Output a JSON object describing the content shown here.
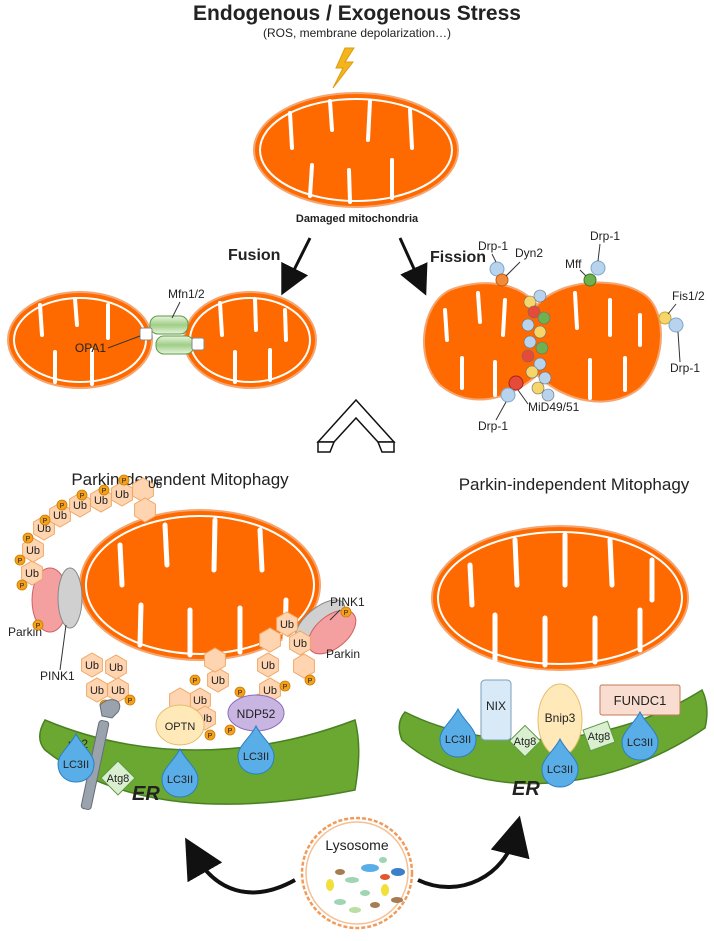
{
  "title": "Endogenous / Exogenous Stress",
  "subtitle": "(ROS, membrane depolarization…)",
  "top": {
    "label": "Damaged mitochondria"
  },
  "fusion": {
    "label": "Fusion",
    "mfn": "Mfn1/2",
    "opa": "OPA1"
  },
  "fission": {
    "label": "Fission",
    "drp_top_left": "Drp-1",
    "dyn2": "Dyn2",
    "drp_top_right": "Drp-1",
    "mff": "Mff",
    "fis": "Fis1/2",
    "drp_right": "Drp-1",
    "mid": "MiD49/51",
    "drp_bottom": "Drp-1"
  },
  "parkin_dep": {
    "title": "Parkin-dependent  Mitophagy",
    "ub": "Ub",
    "p": "P",
    "parkin": "Parkin",
    "pink": "PINK1",
    "p62": "p62",
    "optn": "OPTN",
    "ndp52": "NDP52",
    "lc3": "LC3II",
    "atg8": "Atg8",
    "er": "ER"
  },
  "parkin_indep": {
    "title": "Parkin-independent  Mitophagy",
    "nix": "NIX",
    "bnip3": "Bnip3",
    "fundc1": "FUNDC1",
    "lc3": "LC3II",
    "atg8": "Atg8",
    "er": "ER"
  },
  "lysosome": {
    "label": "Lysosome"
  },
  "colors": {
    "mito": "#ff6a00",
    "mito_outline": "#f4a570",
    "er": "#6aa832",
    "lc3": "#5aaee8",
    "ub": "#ffd4b0",
    "parkin": "#f4a0a0",
    "drp": "#b7d3ee"
  }
}
